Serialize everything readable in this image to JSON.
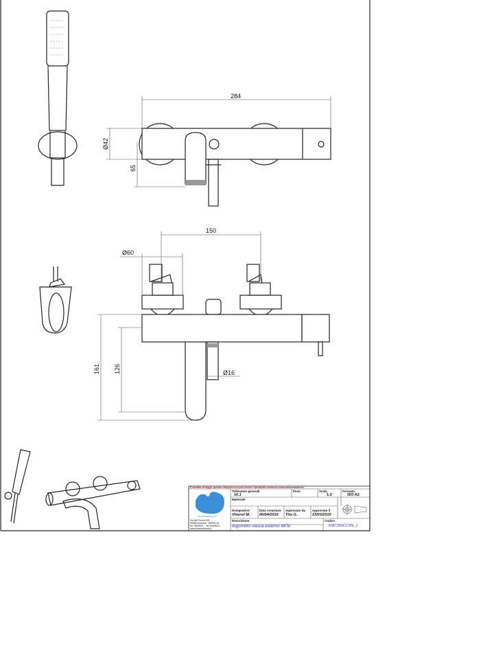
{
  "dimensions": {
    "top_width": "284",
    "top_diameter": "Ø42",
    "top_offset": "65",
    "front_spacing": "150",
    "front_diameter": "Ø60",
    "front_height": "161",
    "front_spout_height": "126",
    "spout_diameter": "Ø16"
  },
  "title_block": {
    "warning": "Il cambio di legge, questo disegno non può essere riprodotto senza la nostra autorizzazione",
    "company_url": "www.lineabeltrame.it",
    "address": [
      "Via dei Fiorenti 3/5",
      "25080 Nuvolera - BRESCIA",
      "tel. 030/6921... fax 030/6921...",
      "www.lineabeltrame.it"
    ],
    "tolerance_label": "Tolleranze generali",
    "tolerance_value": "±0.1",
    "weight_label": "Peso",
    "weight_value": "",
    "scale_label": "Scala",
    "scale_value": "1:2",
    "format_label": "Formato",
    "format_value": "ISO A2",
    "material_label": "Materiale",
    "designer_label": "Disegnatore",
    "designer_value": "Vivenzi M.",
    "created_label": "Data creazione",
    "created_value": "06/04/2010",
    "approved_by_label": "Approvato da",
    "approved_by_value": "Tira G.",
    "approved_on_label": "Approvato il",
    "approved_on_value": "23/03/2010",
    "description_label": "Descrizione",
    "description_value": "Ingombro vasca esterno MiTo",
    "code_label": "Codice",
    "code_value": "KMT250CCXN_1"
  }
}
